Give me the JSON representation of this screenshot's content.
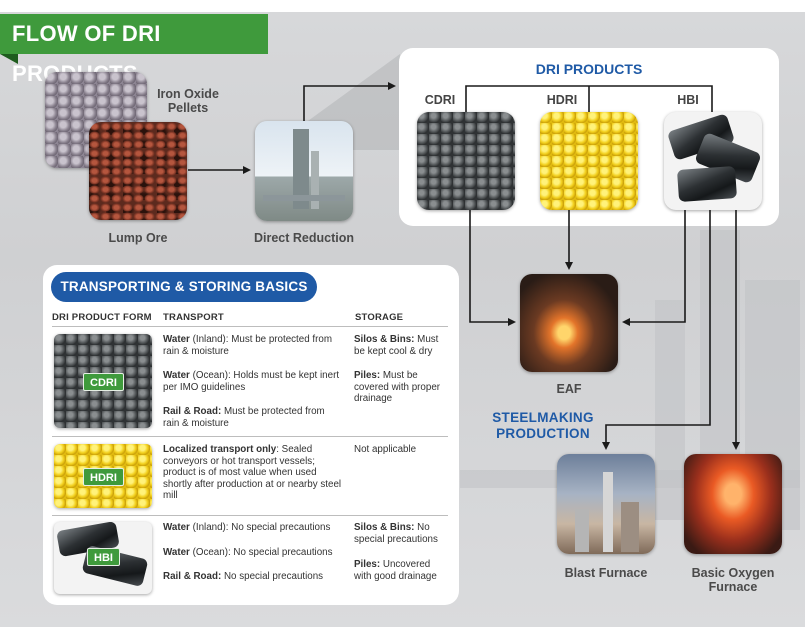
{
  "title": "FLOW OF DRI PRODUCTS",
  "inputs": {
    "pellets": "Iron Oxide\nPellets",
    "lump": "Lump Ore",
    "reduction": "Direct Reduction"
  },
  "dri": {
    "title": "DRI PRODUCTS",
    "cdri": "CDRI",
    "hdri": "HDRI",
    "hbi": "HBI"
  },
  "steel": {
    "eaf": "EAF",
    "heading": "STEELMAKING\nPRODUCTION",
    "blast": "Blast Furnace",
    "bof": "Basic Oxygen\nFurnace"
  },
  "transport": {
    "banner": "TRANSPORTING & STORING BASICS",
    "headers": [
      "DRI PRODUCT FORM",
      "TRANSPORT",
      "STORAGE"
    ],
    "rows": [
      {
        "badge": "CDRI",
        "transport": [
          {
            "bold": "Water",
            "rest": " (Inland): Must be protected from rain & moisture"
          },
          {
            "bold": "Water",
            "rest": " (Ocean): Holds must be kept inert per IMO guidelines"
          },
          {
            "bold": "Rail & Road:",
            "rest": " Must be protected from rain & moisture"
          }
        ],
        "storage": [
          {
            "bold": "Silos & Bins:",
            "rest": " Must be kept cool & dry"
          },
          {
            "bold": "Piles:",
            "rest": " Must be covered with proper drainage"
          }
        ]
      },
      {
        "badge": "HDRI",
        "transport": [
          {
            "bold": "Localized transport only",
            "rest": ": Sealed conveyors or hot transport vessels; product is of most value when used shortly after production at or nearby steel mill"
          }
        ],
        "storage": [
          {
            "bold": "",
            "rest": "Not applicable"
          }
        ]
      },
      {
        "badge": "HBI",
        "transport": [
          {
            "bold": "Water",
            "rest": " (Inland): No special precautions"
          },
          {
            "bold": "Water",
            "rest": " (Ocean): No special precautions"
          },
          {
            "bold": "Rail & Road:",
            "rest": " No special precautions"
          }
        ],
        "storage": [
          {
            "bold": "Silos & Bins:",
            "rest": " No special precautions"
          },
          {
            "bold": "Piles:",
            "rest": " Uncovered with good drainage"
          }
        ]
      }
    ]
  },
  "colors": {
    "green": "#3f9a3c",
    "blue": "#1f5aa6",
    "arrow": "#1a1a1a"
  }
}
